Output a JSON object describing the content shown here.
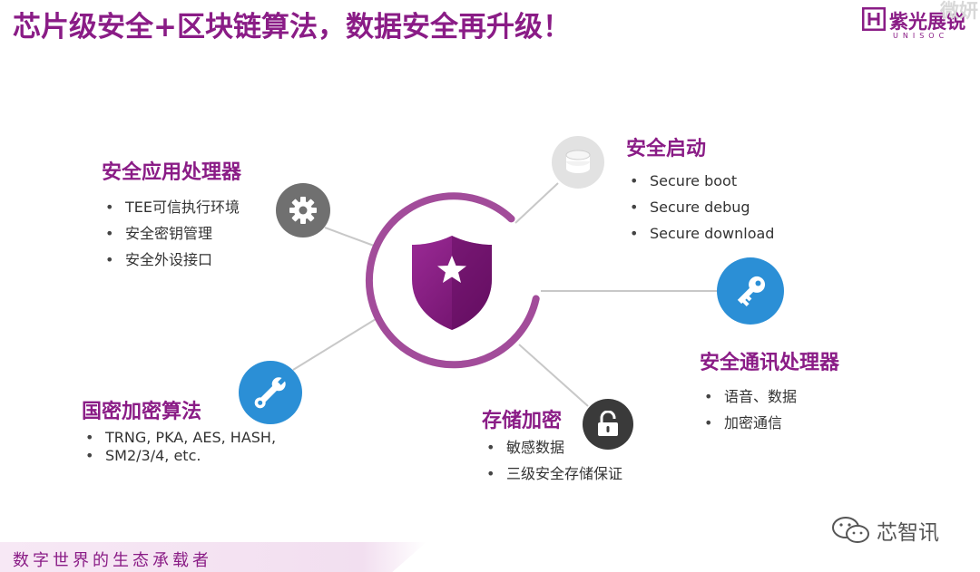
{
  "header": {
    "title": "芯片级安全+区块链算法，数据安全再升级！",
    "logo_name": "紫光展锐",
    "logo_sub": "UNISOC",
    "top_watermark": "微妍"
  },
  "center": {
    "icon": "shield-star-icon"
  },
  "sections": {
    "secure_app_processor": {
      "title": "安全应用处理器",
      "icon": "gear-icon",
      "items": [
        "TEE可信执行环境",
        "安全密钥管理",
        "安全外设接口"
      ]
    },
    "secure_boot": {
      "title": "安全启动",
      "icon": "coin-stack-icon",
      "items": [
        "Secure boot",
        "Secure debug",
        "Secure download"
      ]
    },
    "secure_comm_processor": {
      "title": "安全通讯处理器",
      "icon": "key-icon",
      "items": [
        "语音、数据",
        "加密通信"
      ]
    },
    "crypto_algorithms": {
      "title": "国密加密算法",
      "icon": "wrench-icon",
      "items": [
        "TRNG, PKA, AES, HASH,",
        "SM2/3/4, etc."
      ]
    },
    "storage_encryption": {
      "title": "存储加密",
      "icon": "unlock-icon",
      "items": [
        "敏感数据",
        "三级安全存储保证"
      ]
    }
  },
  "footer": {
    "slogan": "数字世界的生态承载者",
    "watermark": "芯智讯",
    "watermark_icon": "wechat-icon"
  },
  "colors": {
    "brand_purple": "#8a1c86",
    "ring_purple": "#a24c9a",
    "gray_icon": "#707070",
    "light_gray_icon": "#d8d8d8",
    "blue_icon": "#2b8fd6",
    "dark_icon": "#3a3a3a",
    "connector": "#c8c8c8"
  }
}
